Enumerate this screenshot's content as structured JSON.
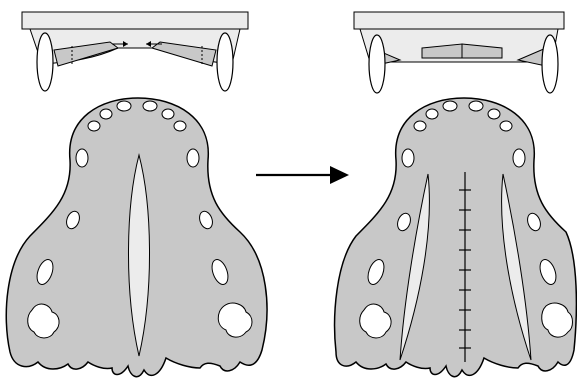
{
  "figure": {
    "panels": [
      {
        "id": "before",
        "views": [
          "front-view-jaw",
          "palate-defect"
        ]
      },
      {
        "id": "after",
        "views": [
          "front-view-jaw-repaired",
          "palate-sutured"
        ]
      }
    ],
    "transition": "arrow-right-icon",
    "colors": {
      "tissue": "#c8c8c8",
      "bone": "#ececec",
      "outline": "#000000",
      "tooth": "#ffffff"
    }
  }
}
